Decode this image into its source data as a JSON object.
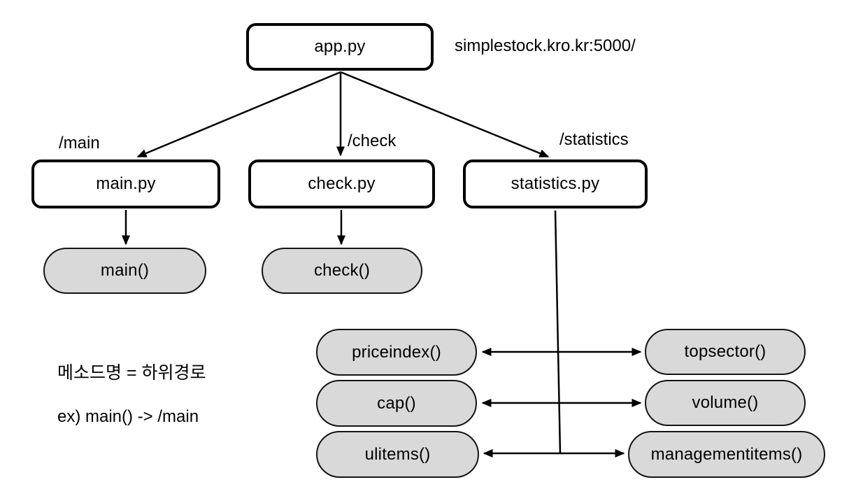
{
  "diagram": {
    "server_url": "simplestock.kro.kr:5000/",
    "nodes": {
      "app": {
        "label": "app.py"
      },
      "main_module": {
        "label": "main.py"
      },
      "check_module": {
        "label": "check.py"
      },
      "statistics_module": {
        "label": "statistics.py"
      },
      "main_fn": {
        "label": "main()"
      },
      "check_fn": {
        "label": "check()"
      },
      "priceindex_fn": {
        "label": "priceindex()"
      },
      "cap_fn": {
        "label": "cap()"
      },
      "ulitems_fn": {
        "label": "ulitems()"
      },
      "topsector_fn": {
        "label": "topsector()"
      },
      "volume_fn": {
        "label": "volume()"
      },
      "managementitems_fn": {
        "label": "managementitems()"
      }
    },
    "routes": {
      "main": "/main",
      "check": "/check",
      "statistics": "/statistics"
    },
    "notes": {
      "rule": "메소드명 = 하위경로",
      "example": "ex) main() -> /main"
    },
    "colors": {
      "pill_fill": "#d9d9d9",
      "stroke": "#000000",
      "background": "#ffffff"
    }
  }
}
